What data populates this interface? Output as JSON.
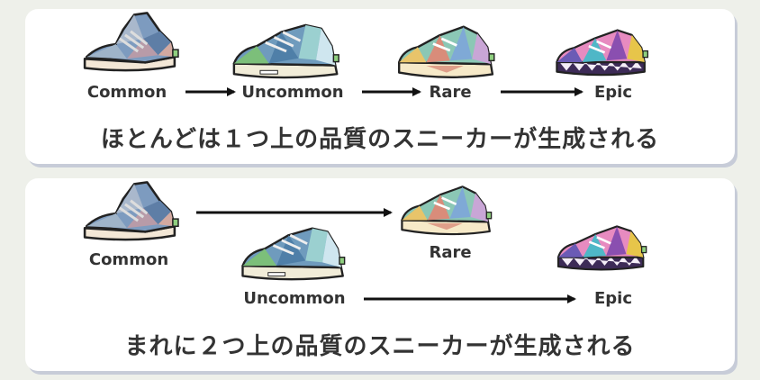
{
  "top_panel": {
    "labels": {
      "common": "Common",
      "uncommon": "Uncommon",
      "rare": "Rare",
      "epic": "Epic"
    },
    "caption": "ほとんどは１つ上の品質のスニーカーが生成される"
  },
  "bottom_panel": {
    "labels": {
      "common": "Common",
      "uncommon": "Uncommon",
      "rare": "Rare",
      "epic": "Epic"
    },
    "caption": "まれに２つ上の品質のスニーカーが生成される"
  },
  "colors": {
    "background": "#eef0ea",
    "panel": "#ffffff",
    "panel_shadow": "#c7ccd8",
    "text": "#333333",
    "arrow": "#111111"
  },
  "icons": [
    "common-sneaker-icon",
    "uncommon-sneaker-icon",
    "rare-sneaker-icon",
    "epic-sneaker-icon",
    "right-arrow-icon"
  ]
}
